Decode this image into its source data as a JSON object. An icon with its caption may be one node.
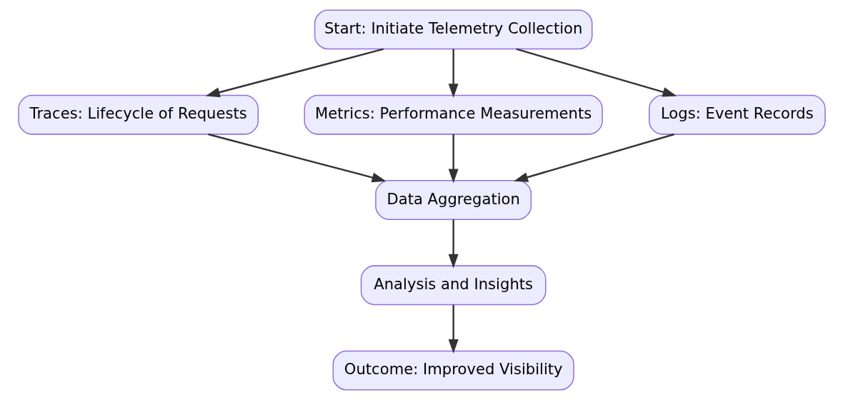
{
  "diagram": {
    "nodes": [
      {
        "text": [
          "Start: Initiate Telemetry Collection"
        ]
      },
      {
        "text": [
          "Traces: Lifecycle of Requests"
        ]
      },
      {
        "text": [
          "Metrics: Performance Measurements"
        ]
      },
      {
        "text": [
          "Logs: Event Records"
        ]
      },
      {
        "text": [
          "Data Aggregation"
        ]
      },
      {
        "text": [
          "Analysis and Insights"
        ]
      },
      {
        "text": [
          "Outcome: Improved Visibility"
        ]
      }
    ],
    "edges": [
      {
        "from": 0,
        "to": 1,
        "arrow": "to"
      },
      {
        "from": 0,
        "to": 2,
        "arrow": "to"
      },
      {
        "from": 0,
        "to": 3,
        "arrow": "to"
      },
      {
        "from": 1,
        "to": 4,
        "arrow": "to"
      },
      {
        "from": 2,
        "to": 4,
        "arrow": "to"
      },
      {
        "from": 3,
        "to": 4,
        "arrow": "to"
      },
      {
        "from": 4,
        "to": 5,
        "arrow": "to"
      },
      {
        "from": 5,
        "to": 6,
        "arrow": "to"
      }
    ]
  }
}
